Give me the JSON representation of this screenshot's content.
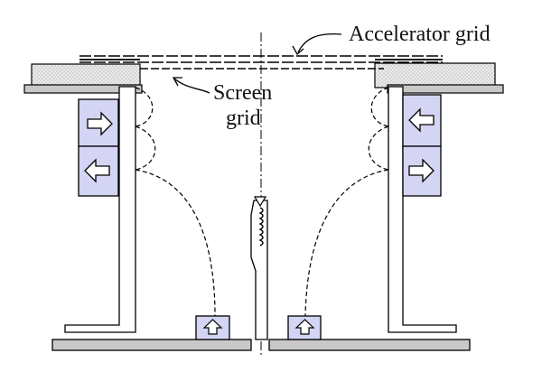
{
  "labels": {
    "accelerator_grid": "Accelerator grid",
    "screen_line1": "Screen",
    "screen_line2": "grid"
  },
  "colors": {
    "magnet_fill": "#d4d4f4",
    "plate_fill": "#c8c8c8",
    "insulator_fill": "#e6e6e6",
    "line": "#000000"
  },
  "icons": {
    "left_upper": "arrow-right-icon",
    "left_lower": "arrow-left-icon",
    "right_upper": "arrow-left-icon",
    "right_lower": "arrow-right-icon",
    "bottom_left": "arrow-up-icon",
    "bottom_right": "arrow-up-icon"
  }
}
